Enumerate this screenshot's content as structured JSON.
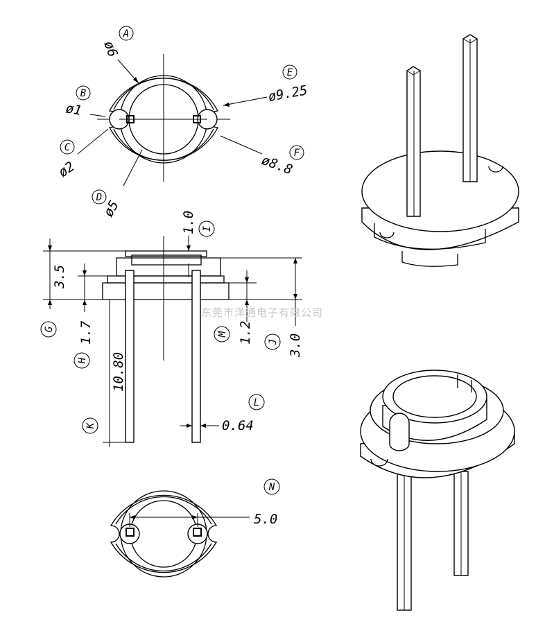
{
  "watermark": "东莞市洋通电子有限公司",
  "top_view": {
    "A": {
      "letter": "A",
      "value": "ø6"
    },
    "B": {
      "letter": "B",
      "value": "ø1"
    },
    "C": {
      "letter": "C",
      "value": "ø2"
    },
    "D": {
      "letter": "D",
      "value": "ø5"
    },
    "E": {
      "letter": "E",
      "value": "ø9.25"
    },
    "F": {
      "letter": "F",
      "value": "ø8.8"
    }
  },
  "side_view": {
    "G": {
      "letter": "G",
      "value": "1.7"
    },
    "H": {
      "letter": "H",
      "value": "10.80"
    },
    "I": {
      "letter": "I",
      "value": "1.0"
    },
    "J": {
      "letter": "J",
      "value": "3.0"
    },
    "K": {
      "letter": "K",
      "value": ""
    },
    "L": {
      "letter": "L",
      "value": "0.64"
    },
    "M": {
      "letter": "M",
      "value": "1.2"
    },
    "total_height": "3.5"
  },
  "bottom_view": {
    "N": {
      "letter": "N",
      "value": "5.0"
    }
  }
}
